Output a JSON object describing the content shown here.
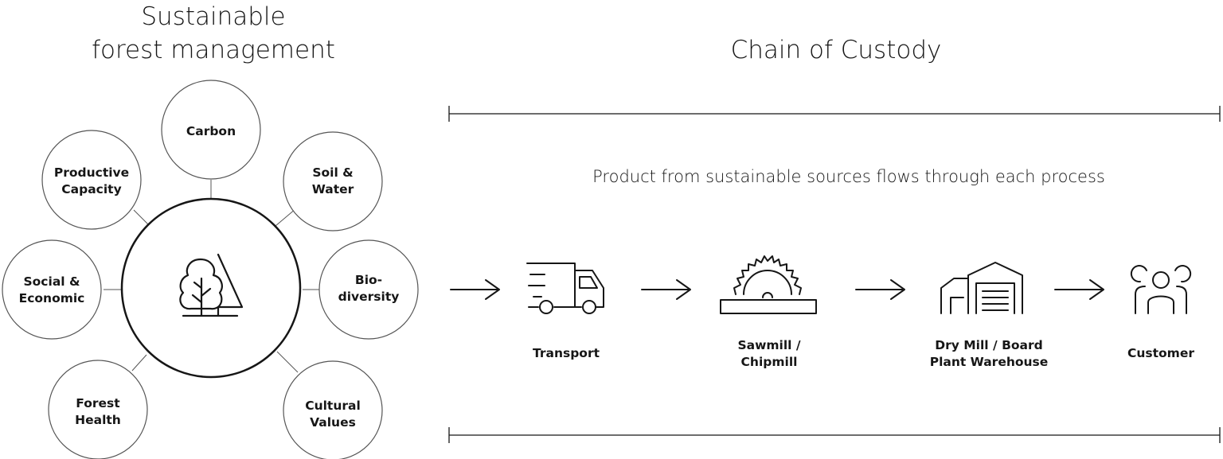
{
  "left_panel": {
    "title": "Sustainable\nforest management",
    "center_icon": "trees-icon",
    "pillars": [
      {
        "id": "carbon",
        "label": "Carbon"
      },
      {
        "id": "soil-water",
        "label": "Soil &\nWater"
      },
      {
        "id": "biodiversity",
        "label": "Bio-\ndiversity"
      },
      {
        "id": "cultural-values",
        "label": "Cultural\nValues"
      },
      {
        "id": "forest-health",
        "label": "Forest\nHealth"
      },
      {
        "id": "social-economic",
        "label": "Social &\nEconomic"
      },
      {
        "id": "productive-capacity",
        "label": "Productive\nCapacity"
      }
    ]
  },
  "right_panel": {
    "title": "Chain of Custody",
    "subtitle": "Product from sustainable sources flows through each process",
    "steps": [
      {
        "id": "transport",
        "label": "Transport",
        "icon": "delivery-truck-icon"
      },
      {
        "id": "sawmill",
        "label": "Sawmill /\nChipmill",
        "icon": "saw-blade-icon"
      },
      {
        "id": "dry-mill",
        "label": "Dry Mill / Board\nPlant Warehouse",
        "icon": "warehouse-icon"
      },
      {
        "id": "customer",
        "label": "Customer",
        "icon": "customers-icon"
      }
    ],
    "arrow_icon": "arrow-right-icon"
  }
}
